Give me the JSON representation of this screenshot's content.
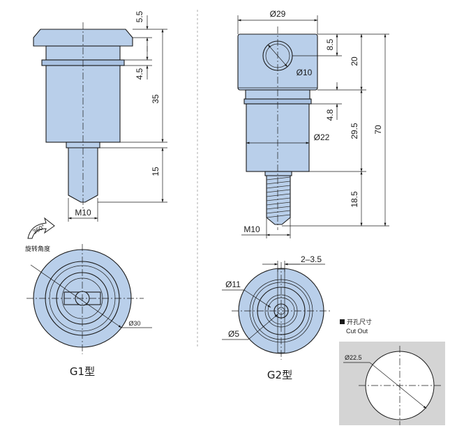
{
  "g1": {
    "caption": "G1型",
    "dims": {
      "top": "5.5",
      "ring": "4.5",
      "body": "35",
      "thread_len": "15",
      "thread": "M10",
      "diameter": "Ø30"
    },
    "rotation_note": "旋转角度",
    "rotation_badge": "360°"
  },
  "g2": {
    "caption": "G2型",
    "dims": {
      "head_dia": "Ø29",
      "hole_dia": "Ø10",
      "hole_pos": "8.5",
      "head_h": "20",
      "ring": "4.8",
      "body": "29.5",
      "total": "70",
      "body_dia": "Ø22",
      "thread_len": "18.5",
      "thread": "M10",
      "slot": "2–3.5",
      "inner_dia": "Ø11",
      "pin_dia": "Ø5"
    }
  },
  "cutout": {
    "title_cn": "开孔尺寸",
    "title_en": "Cut Out",
    "diameter": "Ø22.5"
  }
}
